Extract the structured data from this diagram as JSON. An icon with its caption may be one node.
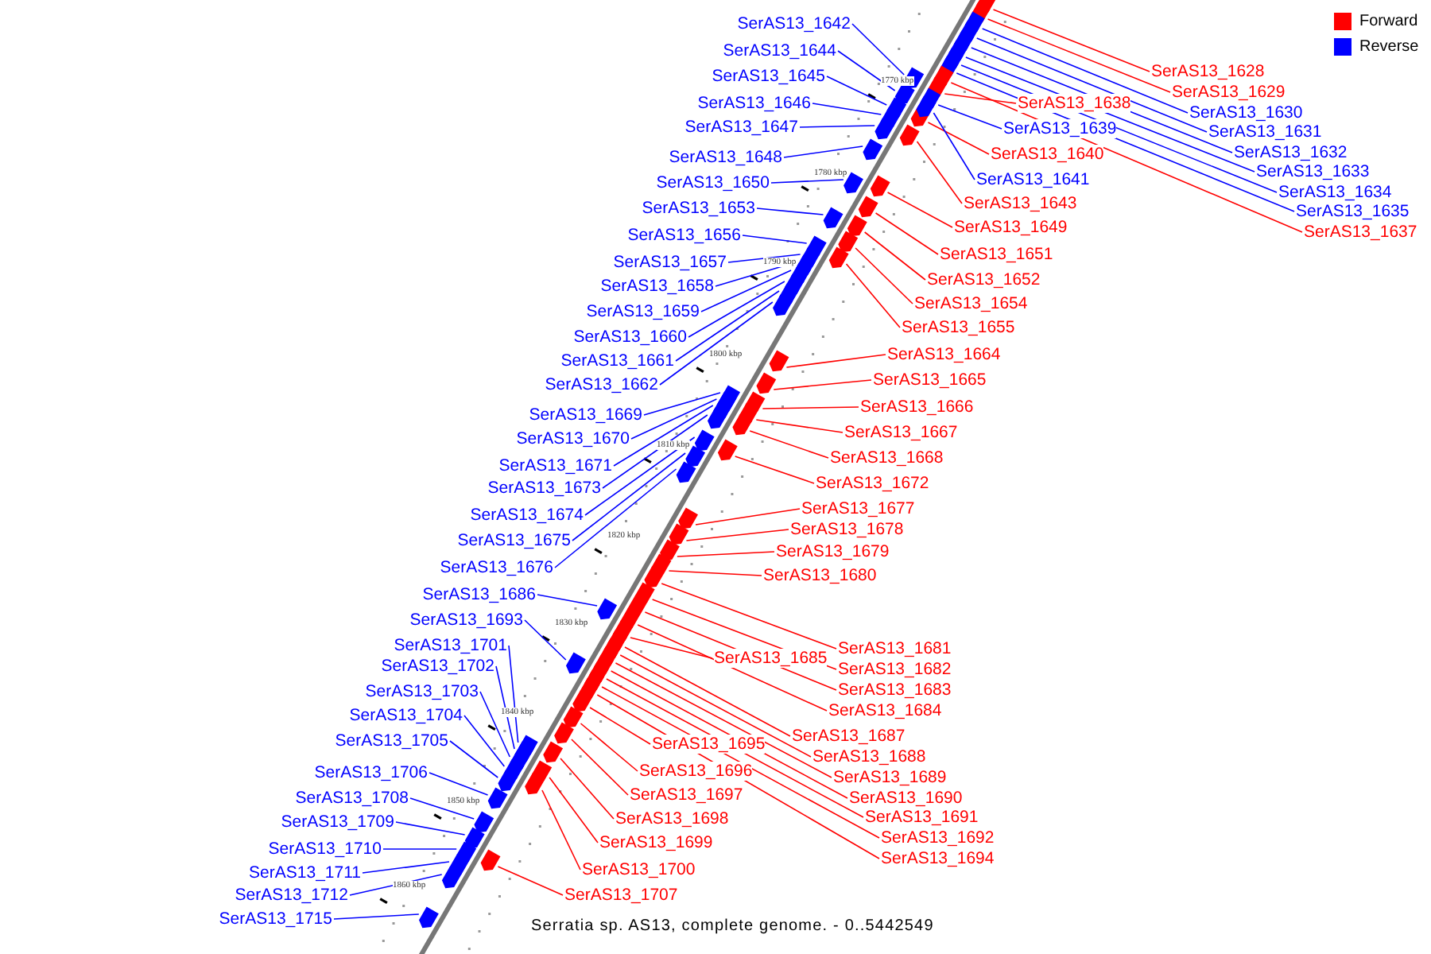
{
  "diagram": {
    "caption": "Serratia sp. AS13, complete genome. - 0..5442549",
    "nodes": [
      {
        "text": [
          "SerAS13_1628"
        ]
      },
      {
        "text": [
          "SerAS13_1629"
        ]
      },
      {
        "text": [
          "SerAS13_1630"
        ]
      },
      {
        "text": [
          "SerAS13_1631"
        ]
      },
      {
        "text": [
          "SerAS13_1632"
        ]
      },
      {
        "text": [
          "SerAS13_1633"
        ]
      },
      {
        "text": [
          "SerAS13_1634"
        ]
      },
      {
        "text": [
          "SerAS13_1635"
        ]
      },
      {
        "text": [
          "SerAS13_1637"
        ]
      },
      {
        "text": [
          "SerAS13_1638"
        ]
      },
      {
        "text": [
          "SerAS13_1639"
        ]
      },
      {
        "text": [
          "SerAS13_1640"
        ]
      },
      {
        "text": [
          "SerAS13_1641"
        ]
      },
      {
        "text": [
          "SerAS13_1643"
        ]
      },
      {
        "text": [
          "SerAS13_1649"
        ]
      },
      {
        "text": [
          "SerAS13_1651"
        ]
      },
      {
        "text": [
          "SerAS13_1652"
        ]
      },
      {
        "text": [
          "SerAS13_1654"
        ]
      },
      {
        "text": [
          "SerAS13_1655"
        ]
      },
      {
        "text": [
          "SerAS13_1664"
        ]
      },
      {
        "text": [
          "SerAS13_1665"
        ]
      },
      {
        "text": [
          "SerAS13_1666"
        ]
      },
      {
        "text": [
          "SerAS13_1667"
        ]
      },
      {
        "text": [
          "SerAS13_1668"
        ]
      },
      {
        "text": [
          "SerAS13_1672"
        ]
      },
      {
        "text": [
          "SerAS13_1677"
        ]
      },
      {
        "text": [
          "SerAS13_1678"
        ]
      },
      {
        "text": [
          "SerAS13_1679"
        ]
      },
      {
        "text": [
          "SerAS13_1680"
        ]
      },
      {
        "text": [
          "SerAS13_1681"
        ]
      },
      {
        "text": [
          "SerAS13_1682"
        ]
      },
      {
        "text": [
          "SerAS13_1683"
        ]
      },
      {
        "text": [
          "SerAS13_1684"
        ]
      },
      {
        "text": [
          "SerAS13_1685"
        ]
      },
      {
        "text": [
          "SerAS13_1687"
        ]
      },
      {
        "text": [
          "SerAS13_1688"
        ]
      },
      {
        "text": [
          "SerAS13_1689"
        ]
      },
      {
        "text": [
          "SerAS13_1690"
        ]
      },
      {
        "text": [
          "SerAS13_1691"
        ]
      },
      {
        "text": [
          "SerAS13_1692"
        ]
      },
      {
        "text": [
          "SerAS13_1694"
        ]
      },
      {
        "text": [
          "SerAS13_1695"
        ]
      },
      {
        "text": [
          "SerAS13_1696"
        ]
      },
      {
        "text": [
          "SerAS13_1697"
        ]
      },
      {
        "text": [
          "SerAS13_1698"
        ]
      },
      {
        "text": [
          "SerAS13_1699"
        ]
      },
      {
        "text": [
          "SerAS13_1700"
        ]
      },
      {
        "text": [
          "SerAS13_1707"
        ]
      },
      {
        "text": [
          "SerAS13_1642"
        ]
      },
      {
        "text": [
          "SerAS13_1644"
        ]
      },
      {
        "text": [
          "SerAS13_1645"
        ]
      },
      {
        "text": [
          "SerAS13_1646"
        ]
      },
      {
        "text": [
          "SerAS13_1647"
        ]
      },
      {
        "text": [
          "SerAS13_1648"
        ]
      },
      {
        "text": [
          "SerAS13_1650"
        ]
      },
      {
        "text": [
          "SerAS13_1653"
        ]
      },
      {
        "text": [
          "SerAS13_1656"
        ]
      },
      {
        "text": [
          "SerAS13_1657"
        ]
      },
      {
        "text": [
          "SerAS13_1658"
        ]
      },
      {
        "text": [
          "SerAS13_1659"
        ]
      },
      {
        "text": [
          "SerAS13_1660"
        ]
      },
      {
        "text": [
          "SerAS13_1661"
        ]
      },
      {
        "text": [
          "SerAS13_1662"
        ]
      },
      {
        "text": [
          "SerAS13_1669"
        ]
      },
      {
        "text": [
          "SerAS13_1670"
        ]
      },
      {
        "text": [
          "SerAS13_1671"
        ]
      },
      {
        "text": [
          "SerAS13_1673"
        ]
      },
      {
        "text": [
          "SerAS13_1674"
        ]
      },
      {
        "text": [
          "SerAS13_1675"
        ]
      },
      {
        "text": [
          "SerAS13_1676"
        ]
      },
      {
        "text": [
          "SerAS13_1686"
        ]
      },
      {
        "text": [
          "SerAS13_1693"
        ]
      },
      {
        "text": [
          "SerAS13_1701"
        ]
      },
      {
        "text": [
          "SerAS13_1702"
        ]
      },
      {
        "text": [
          "SerAS13_1703"
        ]
      },
      {
        "text": [
          "SerAS13_1704"
        ]
      },
      {
        "text": [
          "SerAS13_1705"
        ]
      },
      {
        "text": [
          "SerAS13_1706"
        ]
      },
      {
        "text": [
          "SerAS13_1708"
        ]
      },
      {
        "text": [
          "SerAS13_1709"
        ]
      },
      {
        "text": [
          "SerAS13_1710"
        ]
      },
      {
        "text": [
          "SerAS13_1711"
        ]
      },
      {
        "text": [
          "SerAS13_1712"
        ]
      },
      {
        "text": [
          "SerAS13_1715"
        ]
      },
      {
        "text": [],
        "shape": "box"
      },
      {
        "text": [],
        "shape": "box"
      },
      {
        "text": [],
        "shape": "box"
      },
      {
        "text": [],
        "shape": "box"
      },
      {
        "text": [],
        "shape": "box"
      },
      {
        "text": [],
        "shape": "box"
      },
      {
        "text": [],
        "shape": "box"
      },
      {
        "text": [],
        "shape": "box"
      },
      {
        "text": [],
        "shape": "box"
      },
      {
        "text": [],
        "shape": "box"
      },
      {
        "text": [],
        "shape": "box"
      },
      {
        "text": [],
        "shape": "box"
      },
      {
        "text": [],
        "shape": "box"
      },
      {
        "text": [],
        "shape": "box"
      },
      {
        "text": [],
        "shape": "box"
      },
      {
        "text": [],
        "shape": "box"
      },
      {
        "text": [],
        "shape": "box"
      },
      {
        "text": [],
        "shape": "box"
      },
      {
        "text": [],
        "shape": "box"
      },
      {
        "text": [],
        "shape": "box"
      },
      {
        "text": [],
        "shape": "box"
      },
      {
        "text": [],
        "shape": "box"
      },
      {
        "text": [],
        "shape": "box"
      },
      {
        "text": [],
        "shape": "box"
      },
      {
        "text": [],
        "shape": "box"
      },
      {
        "text": [],
        "shape": "box"
      },
      {
        "text": [],
        "shape": "box"
      },
      {
        "text": [],
        "shape": "box"
      },
      {
        "text": [],
        "shape": "box"
      },
      {
        "text": [],
        "shape": "box"
      },
      {
        "text": [],
        "shape": "box"
      },
      {
        "text": [],
        "shape": "box"
      },
      {
        "text": [],
        "shape": "box"
      },
      {
        "text": [],
        "shape": "box"
      },
      {
        "text": [],
        "shape": "box"
      },
      {
        "text": [],
        "shape": "box"
      },
      {
        "text": [],
        "shape": "box"
      },
      {
        "text": [],
        "shape": "box"
      },
      {
        "text": [],
        "shape": "box"
      },
      {
        "text": [],
        "shape": "box"
      },
      {
        "text": [],
        "shape": "box"
      },
      {
        "text": [],
        "shape": "box"
      },
      {
        "text": [],
        "shape": "box"
      },
      {
        "text": [],
        "shape": "box"
      },
      {
        "text": [],
        "shape": "box"
      },
      {
        "text": [],
        "shape": "box"
      },
      {
        "text": [],
        "shape": "box"
      },
      {
        "text": [],
        "shape": "box"
      },
      {
        "text": [],
        "shape": "box"
      },
      {
        "text": [],
        "shape": "box"
      },
      {
        "text": [],
        "shape": "box"
      },
      {
        "text": [],
        "shape": "box"
      },
      {
        "text": [],
        "shape": "box"
      },
      {
        "text": [],
        "shape": "box"
      },
      {
        "text": [],
        "shape": "box"
      },
      {
        "text": [],
        "shape": "box"
      },
      {
        "text": [],
        "shape": "box"
      },
      {
        "text": [],
        "shape": "box"
      },
      {
        "text": [],
        "shape": "box"
      },
      {
        "text": [],
        "shape": "box"
      },
      {
        "text": [],
        "shape": "box"
      },
      {
        "text": [],
        "shape": "box"
      },
      {
        "text": [],
        "shape": "box"
      },
      {
        "text": [],
        "shape": "box"
      },
      {
        "text": [],
        "shape": "box"
      },
      {
        "text": [],
        "shape": "box"
      },
      {
        "text": [],
        "shape": "box"
      },
      {
        "text": [],
        "shape": "box"
      },
      {
        "text": [],
        "shape": "box"
      },
      {
        "text": [],
        "shape": "box"
      },
      {
        "text": [],
        "shape": "box"
      },
      {
        "text": [],
        "shape": "box"
      },
      {
        "text": [],
        "shape": "box"
      },
      {
        "text": [],
        "shape": "box"
      },
      {
        "text": [],
        "shape": "box"
      },
      {
        "text": [],
        "shape": "box"
      },
      {
        "text": [],
        "shape": "box"
      },
      {
        "text": [],
        "shape": "box"
      },
      {
        "text": [],
        "shape": "box"
      },
      {
        "text": [],
        "shape": "box"
      },
      {
        "text": [],
        "shape": "box"
      },
      {
        "text": [],
        "shape": "box"
      },
      {
        "text": [],
        "shape": "box"
      },
      {
        "text": [],
        "shape": "box"
      }
    ],
    "edges": [
      {
        "from": 0,
        "to": 84,
        "arrow": "none",
        "color": "#ff0000"
      },
      {
        "from": 1,
        "to": 85,
        "arrow": "none",
        "color": "#ff0000"
      },
      {
        "from": 2,
        "to": 86,
        "arrow": "none",
        "color": "#0000ff"
      },
      {
        "from": 3,
        "to": 87,
        "arrow": "none",
        "color": "#0000ff"
      },
      {
        "from": 4,
        "to": 88,
        "arrow": "none",
        "color": "#0000ff"
      },
      {
        "from": 5,
        "to": 89,
        "arrow": "none",
        "color": "#0000ff"
      },
      {
        "from": 6,
        "to": 90,
        "arrow": "none",
        "color": "#0000ff"
      },
      {
        "from": 7,
        "to": 91,
        "arrow": "none",
        "color": "#0000ff"
      },
      {
        "from": 8,
        "to": 92,
        "arrow": "none",
        "color": "#ff0000"
      },
      {
        "from": 9,
        "to": 93,
        "arrow": "none",
        "color": "#ff0000"
      },
      {
        "from": 10,
        "to": 94,
        "arrow": "none",
        "color": "#0000ff"
      },
      {
        "from": 11,
        "to": 95,
        "arrow": "none",
        "color": "#ff0000"
      },
      {
        "from": 12,
        "to": 96,
        "arrow": "none",
        "color": "#0000ff"
      },
      {
        "from": 13,
        "to": 97,
        "arrow": "none",
        "color": "#ff0000"
      },
      {
        "from": 14,
        "to": 98,
        "arrow": "none",
        "color": "#ff0000"
      },
      {
        "from": 15,
        "to": 99,
        "arrow": "none",
        "color": "#ff0000"
      },
      {
        "from": 16,
        "to": 100,
        "arrow": "none",
        "color": "#ff0000"
      },
      {
        "from": 17,
        "to": 101,
        "arrow": "none",
        "color": "#ff0000"
      },
      {
        "from": 18,
        "to": 102,
        "arrow": "none",
        "color": "#ff0000"
      },
      {
        "from": 19,
        "to": 103,
        "arrow": "none",
        "color": "#ff0000"
      },
      {
        "from": 20,
        "to": 104,
        "arrow": "none",
        "color": "#ff0000"
      },
      {
        "from": 21,
        "to": 105,
        "arrow": "none",
        "color": "#ff0000"
      },
      {
        "from": 22,
        "to": 106,
        "arrow": "none",
        "color": "#ff0000"
      },
      {
        "from": 23,
        "to": 107,
        "arrow": "none",
        "color": "#ff0000"
      },
      {
        "from": 24,
        "to": 108,
        "arrow": "none",
        "color": "#ff0000"
      },
      {
        "from": 25,
        "to": 109,
        "arrow": "none",
        "color": "#ff0000"
      },
      {
        "from": 26,
        "to": 110,
        "arrow": "none",
        "color": "#ff0000"
      },
      {
        "from": 27,
        "to": 111,
        "arrow": "none",
        "color": "#ff0000"
      },
      {
        "from": 28,
        "to": 112,
        "arrow": "none",
        "color": "#ff0000"
      },
      {
        "from": 29,
        "to": 113,
        "arrow": "none",
        "color": "#ff0000"
      },
      {
        "from": 30,
        "to": 114,
        "arrow": "none",
        "color": "#ff0000"
      },
      {
        "from": 31,
        "to": 115,
        "arrow": "none",
        "color": "#ff0000"
      },
      {
        "from": 32,
        "to": 116,
        "arrow": "none",
        "color": "#ff0000"
      },
      {
        "from": 33,
        "to": 117,
        "arrow": "none",
        "color": "#ff0000"
      },
      {
        "from": 34,
        "to": 118,
        "arrow": "none",
        "color": "#ff0000"
      },
      {
        "from": 35,
        "to": 119,
        "arrow": "none",
        "color": "#ff0000"
      },
      {
        "from": 36,
        "to": 120,
        "arrow": "none",
        "color": "#ff0000"
      },
      {
        "from": 37,
        "to": 121,
        "arrow": "none",
        "color": "#ff0000"
      },
      {
        "from": 38,
        "to": 122,
        "arrow": "none",
        "color": "#ff0000"
      },
      {
        "from": 39,
        "to": 123,
        "arrow": "none",
        "color": "#ff0000"
      },
      {
        "from": 40,
        "to": 124,
        "arrow": "none",
        "color": "#ff0000"
      },
      {
        "from": 41,
        "to": 125,
        "arrow": "none",
        "color": "#ff0000"
      },
      {
        "from": 42,
        "to": 126,
        "arrow": "none",
        "color": "#ff0000"
      },
      {
        "from": 43,
        "to": 127,
        "arrow": "none",
        "color": "#ff0000"
      },
      {
        "from": 44,
        "to": 128,
        "arrow": "none",
        "color": "#ff0000"
      },
      {
        "from": 45,
        "to": 129,
        "arrow": "none",
        "color": "#ff0000"
      },
      {
        "from": 46,
        "to": 130,
        "arrow": "none",
        "color": "#ff0000"
      },
      {
        "from": 47,
        "to": 131,
        "arrow": "none",
        "color": "#ff0000"
      },
      {
        "from": 48,
        "to": 132,
        "arrow": "none",
        "color": "#0000ff"
      },
      {
        "from": 49,
        "to": 133,
        "arrow": "none",
        "color": "#0000ff"
      },
      {
        "from": 50,
        "to": 134,
        "arrow": "none",
        "color": "#0000ff"
      },
      {
        "from": 51,
        "to": 135,
        "arrow": "none",
        "color": "#0000ff"
      },
      {
        "from": 52,
        "to": 136,
        "arrow": "none",
        "color": "#0000ff"
      },
      {
        "from": 53,
        "to": 137,
        "arrow": "none",
        "color": "#0000ff"
      },
      {
        "from": 54,
        "to": 138,
        "arrow": "none",
        "color": "#0000ff"
      },
      {
        "from": 55,
        "to": 139,
        "arrow": "none",
        "color": "#0000ff"
      },
      {
        "from": 56,
        "to": 140,
        "arrow": "none",
        "color": "#0000ff"
      },
      {
        "from": 57,
        "to": 141,
        "arrow": "none",
        "color": "#0000ff"
      },
      {
        "from": 58,
        "to": 142,
        "arrow": "none",
        "color": "#0000ff"
      },
      {
        "from": 59,
        "to": 143,
        "arrow": "none",
        "color": "#0000ff"
      },
      {
        "from": 60,
        "to": 144,
        "arrow": "none",
        "color": "#0000ff"
      },
      {
        "from": 61,
        "to": 145,
        "arrow": "none",
        "color": "#0000ff"
      },
      {
        "from": 62,
        "to": 146,
        "arrow": "none",
        "color": "#0000ff"
      },
      {
        "from": 63,
        "to": 147,
        "arrow": "none",
        "color": "#0000ff"
      },
      {
        "from": 64,
        "to": 148,
        "arrow": "none",
        "color": "#0000ff"
      },
      {
        "from": 65,
        "to": 149,
        "arrow": "none",
        "color": "#0000ff"
      },
      {
        "from": 66,
        "to": 150,
        "arrow": "none",
        "color": "#0000ff"
      },
      {
        "from": 67,
        "to": 151,
        "arrow": "none",
        "color": "#0000ff"
      },
      {
        "from": 68,
        "to": 152,
        "arrow": "none",
        "color": "#0000ff"
      },
      {
        "from": 69,
        "to": 153,
        "arrow": "none",
        "color": "#0000ff"
      },
      {
        "from": 70,
        "to": 154,
        "arrow": "none",
        "color": "#0000ff"
      },
      {
        "from": 71,
        "to": 155,
        "arrow": "none",
        "color": "#0000ff"
      },
      {
        "from": 72,
        "to": 156,
        "arrow": "none",
        "color": "#0000ff"
      },
      {
        "from": 73,
        "to": 157,
        "arrow": "none",
        "color": "#0000ff"
      },
      {
        "from": 74,
        "to": 158,
        "arrow": "none",
        "color": "#0000ff"
      },
      {
        "from": 75,
        "to": 159,
        "arrow": "none",
        "color": "#0000ff"
      },
      {
        "from": 76,
        "to": 160,
        "arrow": "none",
        "color": "#0000ff"
      },
      {
        "from": 77,
        "to": 161,
        "arrow": "none",
        "color": "#0000ff"
      },
      {
        "from": 78,
        "to": 162,
        "arrow": "none",
        "color": "#0000ff"
      },
      {
        "from": 79,
        "to": 163,
        "arrow": "none",
        "color": "#0000ff"
      },
      {
        "from": 80,
        "to": 164,
        "arrow": "none",
        "color": "#0000ff"
      },
      {
        "from": 81,
        "to": 165,
        "arrow": "none",
        "color": "#0000ff"
      },
      {
        "from": 82,
        "to": 166,
        "arrow": "none",
        "color": "#0000ff"
      },
      {
        "from": 83,
        "to": 167,
        "arrow": "none",
        "color": "#0000ff"
      }
    ],
    "labels": [
      "1770 kbp",
      "1780 kbp",
      "1790 kbp",
      "1800 kbp",
      "1810 kbp",
      "1820 kbp",
      "1830 kbp",
      "1840 kbp",
      "1850 kbp",
      "1860 kbp"
    ],
    "legend": [
      {
        "text": "Forward",
        "color": "#ff0000"
      },
      {
        "text": "Reverse",
        "color": "#0000ff"
      }
    ]
  }
}
